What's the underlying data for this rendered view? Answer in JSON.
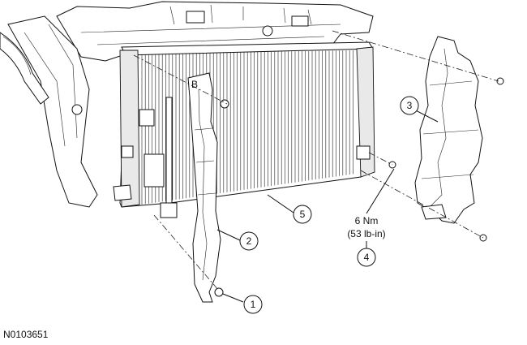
{
  "figure_id": "N0103651",
  "torque": {
    "nm": "6 Nm",
    "lbin": "(53 lb-in)"
  },
  "callouts": [
    {
      "id": "1"
    },
    {
      "id": "2"
    },
    {
      "id": "3"
    },
    {
      "id": "4"
    },
    {
      "id": "5"
    }
  ]
}
